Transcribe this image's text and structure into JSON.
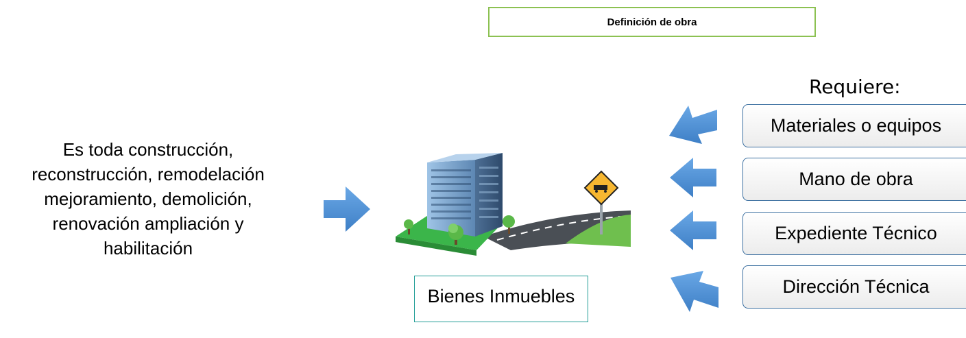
{
  "title": "Definición de obra",
  "definition": "Es toda construcción, reconstrucción, remodelación mejoramiento, demolición, renovación ampliación y habilitación",
  "result": {
    "label": "Bienes Inmuebles"
  },
  "requires": {
    "heading": "Requiere:",
    "items": [
      "Materiales o equipos",
      "Mano de obra",
      "Expediente Técnico",
      "Dirección Técnica"
    ]
  },
  "colors": {
    "title_border": "#8cc152",
    "arrow_blue": "#4f90d3",
    "box_border": "#3b6fa0",
    "result_border": "#1f9c95"
  },
  "icons": [
    "building-illustration",
    "road-sign-icon",
    "arrow-right-icon",
    "arrow-left-icon"
  ]
}
